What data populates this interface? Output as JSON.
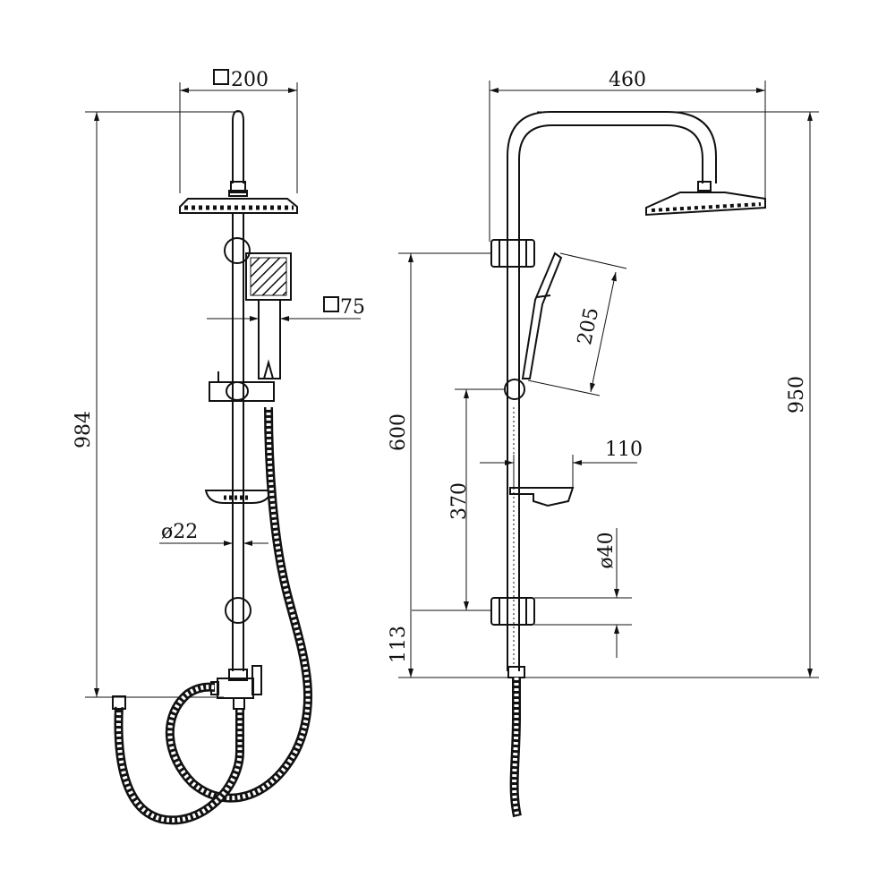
{
  "drawing": {
    "front_view": {
      "overhead_shower_size": "200",
      "hand_shower_size": "75",
      "total_height": "984",
      "pipe_diameter": "22"
    },
    "side_view": {
      "arm_projection": "460",
      "total_height": "950",
      "bracket_height": "600",
      "hand_shower_length": "205",
      "slider_distance": "370",
      "soap_dish_depth": "110",
      "bracket_diameter": "40",
      "bottom_offset": "113"
    }
  }
}
